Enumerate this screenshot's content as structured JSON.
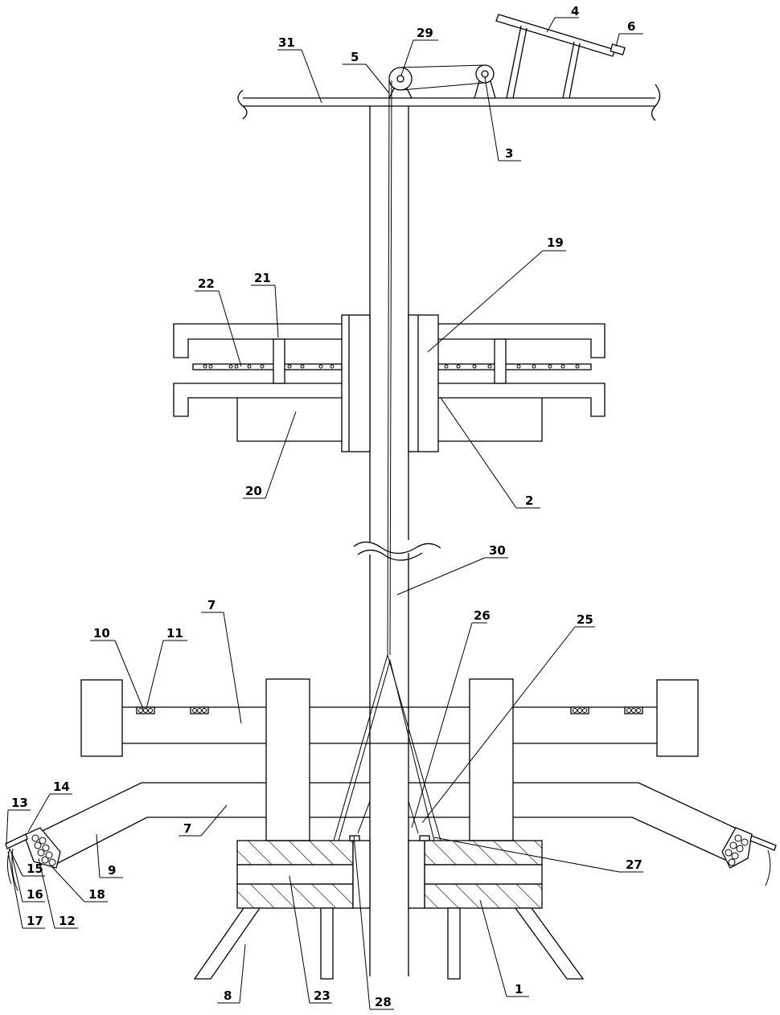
{
  "labels": {
    "l1": "1",
    "l2": "2",
    "l3": "3",
    "l4": "4",
    "l5": "5",
    "l6": "6",
    "l7a": "7",
    "l7b": "7",
    "l8": "8",
    "l9": "9",
    "l10": "10",
    "l11": "11",
    "l12": "12",
    "l13": "13",
    "l14": "14",
    "l15": "15",
    "l16": "16",
    "l17": "17",
    "l18": "18",
    "l19": "19",
    "l20": "20",
    "l21": "21",
    "l22": "22",
    "l23": "23",
    "l25": "25",
    "l26": "26",
    "l27": "27",
    "l28": "28",
    "l29": "29",
    "l30": "30",
    "l31": "31"
  }
}
